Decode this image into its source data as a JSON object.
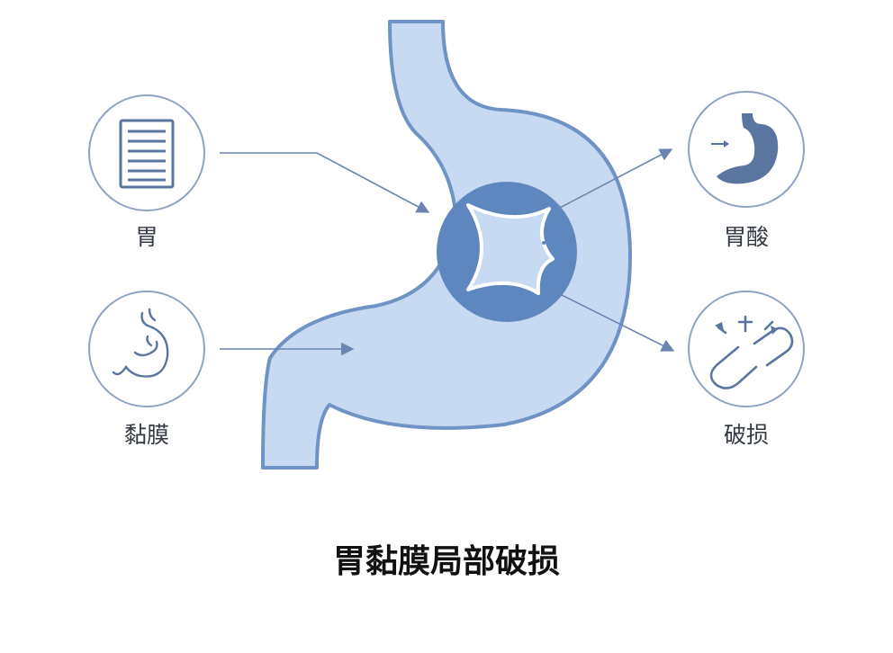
{
  "title": "胃黏膜局部破损",
  "labels": {
    "stomach": "胃",
    "mucosa": "黏膜",
    "gastric_acid": "胃酸",
    "damage": "破损"
  },
  "icons": {
    "stomach": "document-lines-icon",
    "mucosa": "stomach-outline-icon",
    "gastric_acid": "stomach-arrow-icon",
    "damage": "broken-capsule-icon"
  },
  "colors": {
    "stomach_fill": "#c8daf2",
    "stomach_stroke": "#6e93c4",
    "lesion": "#5f87bf",
    "icon_stroke": "#5a76a0",
    "text": "#333a44",
    "title": "#111111"
  }
}
